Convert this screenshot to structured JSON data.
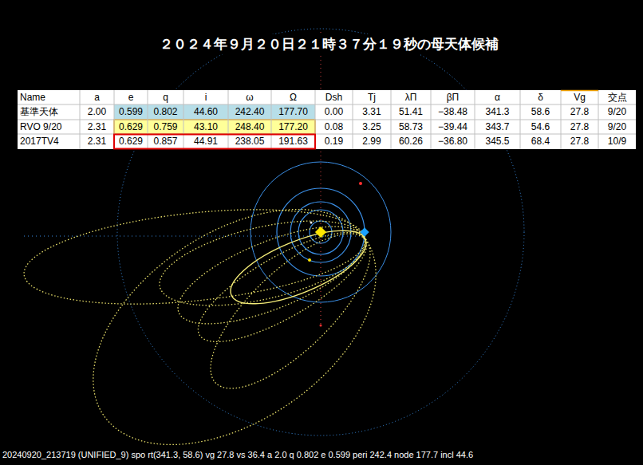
{
  "diagram": {
    "title": "２０２４年９月２０日２１時３７分１９秒の母天体候補",
    "caption": "20240920_213719 (UNIFIED_9) spo rt(341.3, 58.6) vg 27.8 vs 36.4 a 2.0 q 0.802 e 0.599 peri 242.4 node 177.7 incl 44.6",
    "labels": [
      "Name",
      "a",
      "e",
      "q",
      "i",
      "ω",
      "Ω",
      "Dsh",
      "Tj",
      "λΠ",
      "βΠ",
      "α",
      "δ",
      "Vg",
      "交点",
      "基準天体",
      "2.00",
      "0.599",
      "0.802",
      "44.60",
      "242.40",
      "177.70",
      "0.00",
      "3.31",
      "51.41",
      "−38.48",
      "341.3",
      "58.6",
      "27.8",
      "9/20",
      "RVO 9/20",
      "2.31",
      "0.629",
      "0.759",
      "43.10",
      "248.40",
      "177.20",
      "0.08",
      "3.25",
      "58.73",
      "−39.44",
      "343.7",
      "54.6",
      "27.8",
      "9/20",
      "2017TV4",
      "2.31",
      "0.629",
      "0.857",
      "44.91",
      "238.05",
      "191.63",
      "0.19",
      "2.99",
      "60.26",
      "−36.80",
      "345.5",
      "68.4",
      "27.8",
      "10/9"
    ]
  }
}
